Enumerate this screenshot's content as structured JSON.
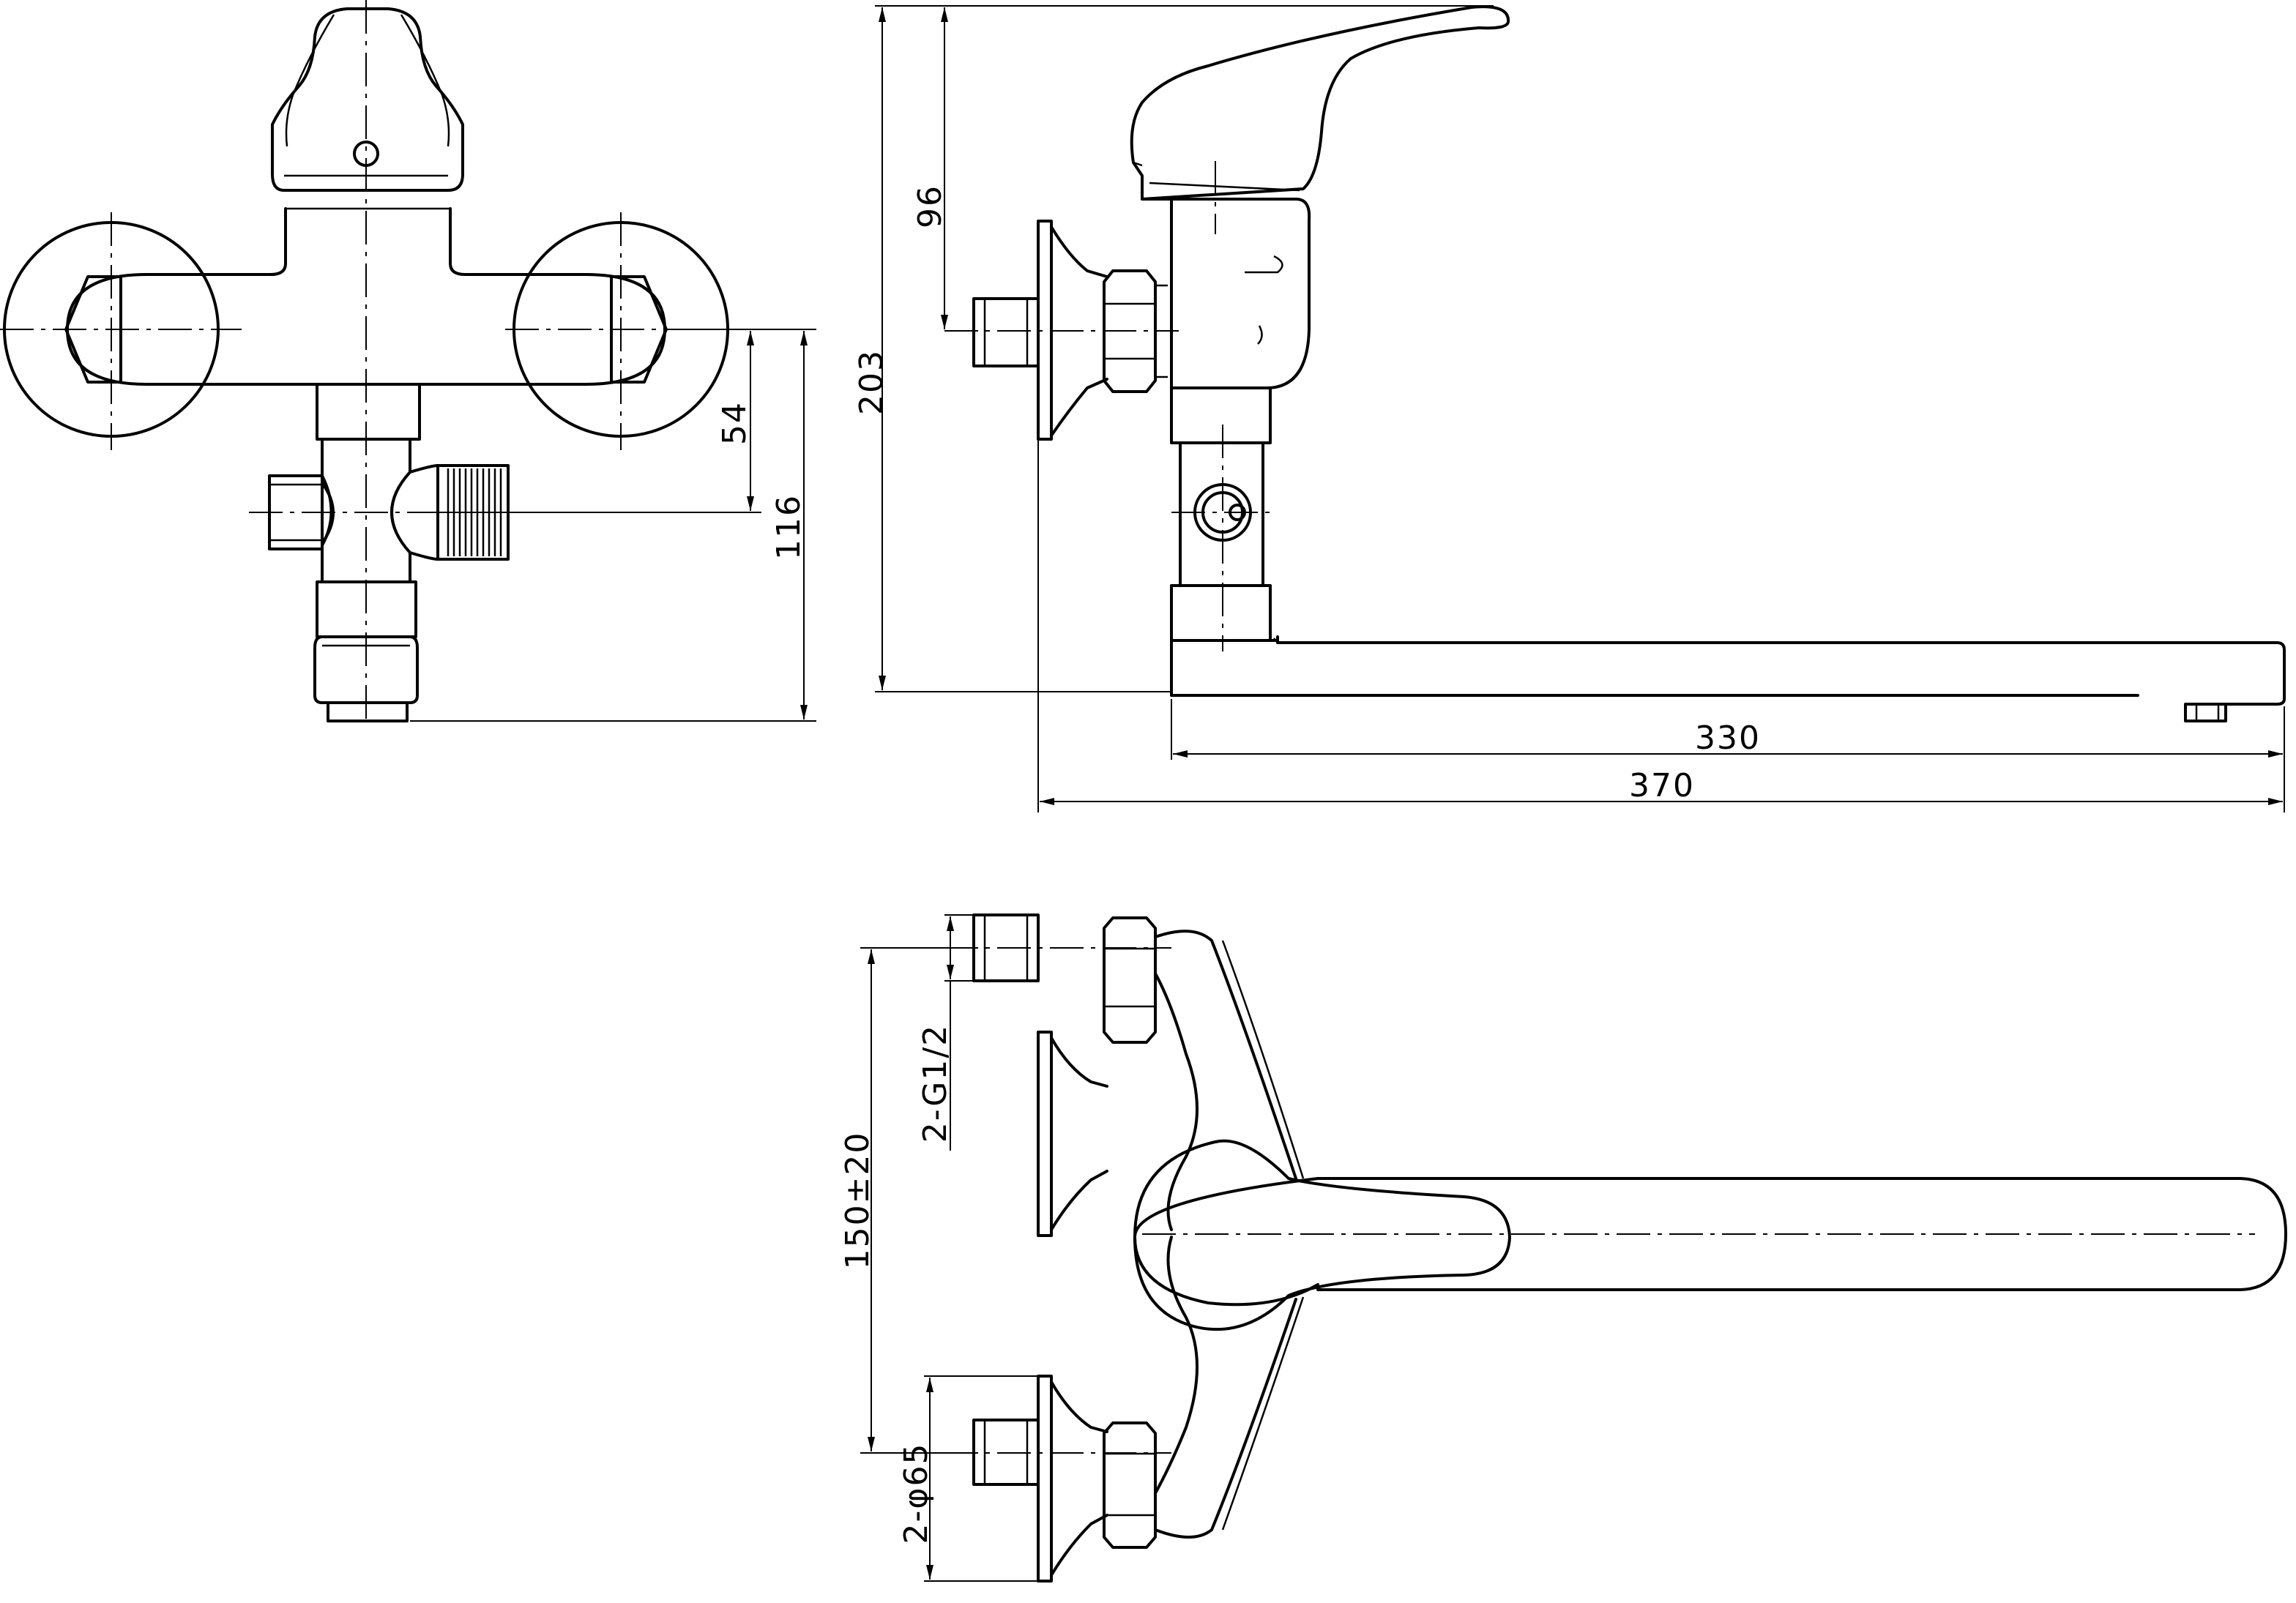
{
  "drawing": {
    "front_view": {
      "dimensions": {
        "d54": "54",
        "d116": "116"
      }
    },
    "side_view": {
      "dimensions": {
        "d96": "96",
        "d203": "203",
        "d330": "330",
        "d370": "370"
      }
    },
    "top_view": {
      "dimensions": {
        "d150": "150±20",
        "thread": "2-G1/2",
        "flange": "2-φ65"
      }
    },
    "colors": {
      "line": "#000000",
      "background": "#ffffff"
    }
  }
}
